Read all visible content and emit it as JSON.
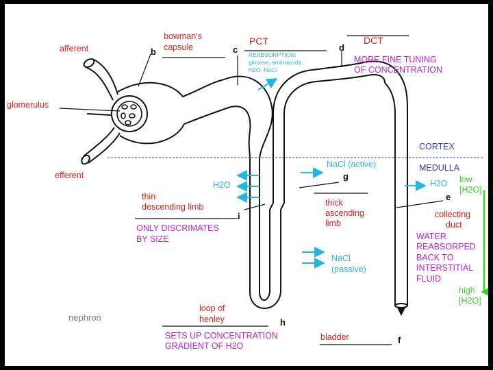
{
  "labels": {
    "afferent": "afferent",
    "glomerulus": "glomerulus",
    "efferent": "efferent",
    "bowmans_1": "bowman's",
    "bowmans_2": "capsule",
    "b": "b",
    "c": "c",
    "d": "d",
    "e": "e",
    "f": "f",
    "g": "g",
    "h": "h",
    "i": "i",
    "pct": "PCT",
    "reabsorption_1": "REABSORPTION:",
    "reabsorption_2": "glucose, aminoacids,",
    "reabsorption_3": "H2O, NaCl",
    "dct": "DCT",
    "dct_note_1": "MORE FINE TUNING",
    "dct_note_2": "OF CONCENTRATION",
    "cortex": "CORTEX",
    "medulla": "MEDULLA",
    "nacl_active": "NaCl (active)",
    "h2o_left": "H2O",
    "h2o_right": "H2O",
    "thin_1": "thin",
    "thin_2": "descending limb",
    "size_1": "ONLY DISCRIMATES",
    "size_2": "BY SIZE",
    "thick_1": "thick",
    "thick_2": "ascending",
    "thick_3": "limb",
    "nacl_passive_1": "NaCl",
    "nacl_passive_2": "(passive)",
    "low_1": "low",
    "low_2": "[H2O]",
    "collecting_1": "collecting",
    "collecting_2": "duct",
    "water_1": "WATER",
    "water_2": "REABSORPED",
    "water_3": "BACK TO",
    "water_4": "INTERSTITIAL",
    "water_5": "FLUID",
    "high_1": "high",
    "high_2": "[H2O]",
    "loop_1": "loop of",
    "loop_2": "henley",
    "gradient_1": "SETS UP CONCENTRATION",
    "gradient_2": "GRADIENT OF H2O",
    "bladder": "bladder",
    "nephron": "nephron"
  },
  "colors": {
    "label_red": "#e0201b",
    "note_purple": "#c21fd0",
    "arrow_cyan": "#29b6dd",
    "zone_navy": "#2d3bb5",
    "gradient_green": "#3ccf2a"
  }
}
